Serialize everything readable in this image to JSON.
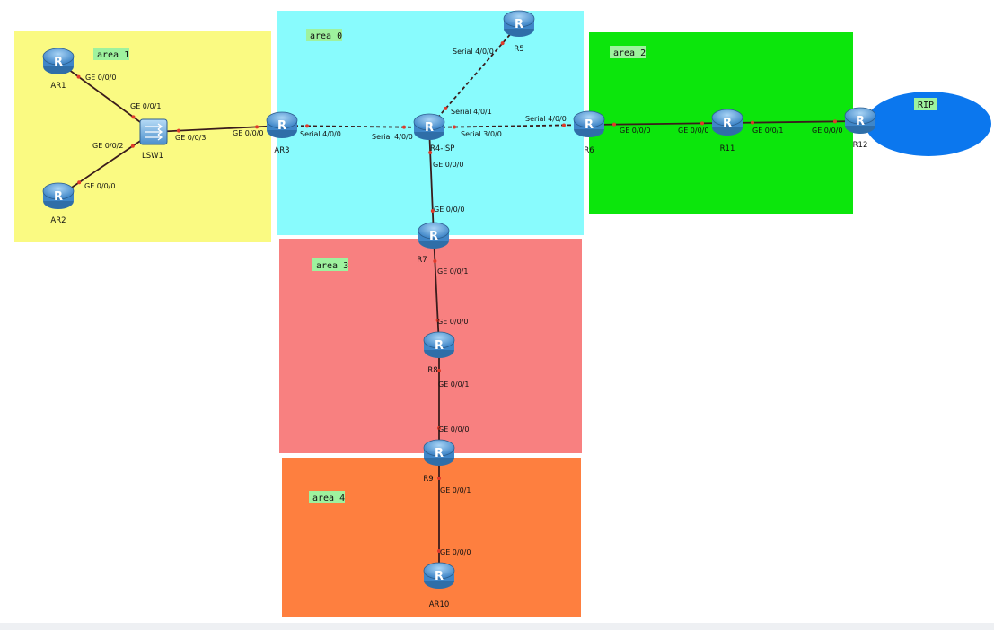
{
  "areas": [
    {
      "id": "area1",
      "label": "area 1",
      "color": "#fafa82"
    },
    {
      "id": "area0",
      "label": "area 0",
      "color": "#88fbfd"
    },
    {
      "id": "area2",
      "label": "area 2",
      "color": "#0ce60c"
    },
    {
      "id": "area3",
      "label": "area 3",
      "color": "#f88080"
    },
    {
      "id": "area4",
      "label": "area 4",
      "color": "#fe7f3f"
    }
  ],
  "rip": {
    "label": "RIP",
    "color": "#0b77ee"
  },
  "tag_color": "#9ef29e",
  "link_color": "#3a1c1c",
  "devices": [
    {
      "id": "AR1",
      "label": "AR1",
      "type": "router"
    },
    {
      "id": "AR2",
      "label": "AR2",
      "type": "router"
    },
    {
      "id": "LSW1",
      "label": "LSW1",
      "type": "switch"
    },
    {
      "id": "AR3",
      "label": "AR3",
      "type": "router"
    },
    {
      "id": "R4",
      "label": "R4-ISP",
      "type": "router"
    },
    {
      "id": "R5",
      "label": "R5",
      "type": "router"
    },
    {
      "id": "R6",
      "label": "R6",
      "type": "router"
    },
    {
      "id": "R11",
      "label": "R11",
      "type": "router"
    },
    {
      "id": "R12",
      "label": "R12",
      "type": "router"
    },
    {
      "id": "R7",
      "label": "R7",
      "type": "router"
    },
    {
      "id": "R8",
      "label": "R8",
      "type": "router"
    },
    {
      "id": "R9",
      "label": "R9",
      "type": "router"
    },
    {
      "id": "AR10",
      "label": "AR10",
      "type": "router"
    }
  ],
  "links": [
    {
      "id": "ar1-lsw1",
      "from": "AR1",
      "to": "LSW1",
      "style": "solid",
      "from_port": "GE 0/0/0",
      "to_port": "GE 0/0/1"
    },
    {
      "id": "ar2-lsw1",
      "from": "AR2",
      "to": "LSW1",
      "style": "solid",
      "from_port": "GE 0/0/0",
      "to_port": "GE 0/0/2"
    },
    {
      "id": "lsw1-ar3",
      "from": "LSW1",
      "to": "AR3",
      "style": "solid",
      "from_port": "GE 0/0/3",
      "to_port": "GE 0/0/0"
    },
    {
      "id": "ar3-r4",
      "from": "AR3",
      "to": "R4",
      "style": "dashed",
      "from_port": "Serial 4/0/0",
      "to_port": "Serial 4/0/0"
    },
    {
      "id": "r4-r5",
      "from": "R4",
      "to": "R5",
      "style": "dashed",
      "from_port": "Serial 4/0/1",
      "to_port": "Serial 4/0/0"
    },
    {
      "id": "r4-r6",
      "from": "R4",
      "to": "R6",
      "style": "dashed",
      "from_port": "Serial 3/0/0",
      "to_port": "Serial 4/0/0"
    },
    {
      "id": "r6-r11",
      "from": "R6",
      "to": "R11",
      "style": "solid",
      "from_port": "GE 0/0/0",
      "to_port": "GE 0/0/0"
    },
    {
      "id": "r11-r12",
      "from": "R11",
      "to": "R12",
      "style": "solid",
      "from_port": "GE 0/0/1",
      "to_port": "GE 0/0/0"
    },
    {
      "id": "r4-r7",
      "from": "R4",
      "to": "R7",
      "style": "solid",
      "from_port": "GE 0/0/0",
      "to_port": "GE 0/0/0"
    },
    {
      "id": "r7-r8",
      "from": "R7",
      "to": "R8",
      "style": "solid",
      "from_port": "GE 0/0/1",
      "to_port": "GE 0/0/0"
    },
    {
      "id": "r8-r9",
      "from": "R8",
      "to": "R9",
      "style": "solid",
      "from_port": "GE 0/0/1",
      "to_port": "GE 0/0/0"
    },
    {
      "id": "r9-ar10",
      "from": "R9",
      "to": "AR10",
      "style": "solid",
      "from_port": "GE 0/0/1",
      "to_port": "GE 0/0/0"
    }
  ]
}
